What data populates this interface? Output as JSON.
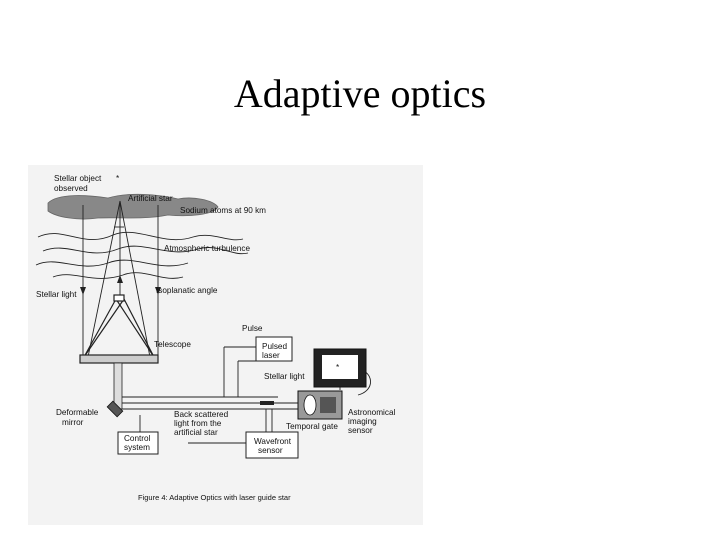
{
  "slide": {
    "title": "Adaptive optics"
  },
  "figure": {
    "caption": "Figure 4: Adaptive Optics with laser guide star",
    "labels": {
      "stellar_object": [
        "Stellar object",
        "observed"
      ],
      "artificial_star": "Artificial star",
      "sodium_atoms": "Sodium atoms at 90 km",
      "atmospheric_turbulence": "Atmospheric turbulence",
      "stellar_light_left": "Stellar light",
      "isoplanatic_angle": "Isoplanatic angle",
      "pulse": "Pulse",
      "pulsed_laser": [
        "Pulsed",
        "laser"
      ],
      "telescope": "Telescope",
      "stellar_light_right": "Stellar light",
      "deformable_mirror": [
        "Deformable",
        "mirror"
      ],
      "back_scattered": [
        "Back scattered",
        "light from the",
        "artificial star"
      ],
      "temporal_gate": "Temporal gate",
      "astronomical_sensor": [
        "Astronomical",
        "imaging",
        "sensor"
      ],
      "control_system": [
        "Control",
        "system"
      ],
      "wavefront_sensor": [
        "Wavefront",
        "sensor"
      ],
      "star_glyph": "*"
    }
  }
}
